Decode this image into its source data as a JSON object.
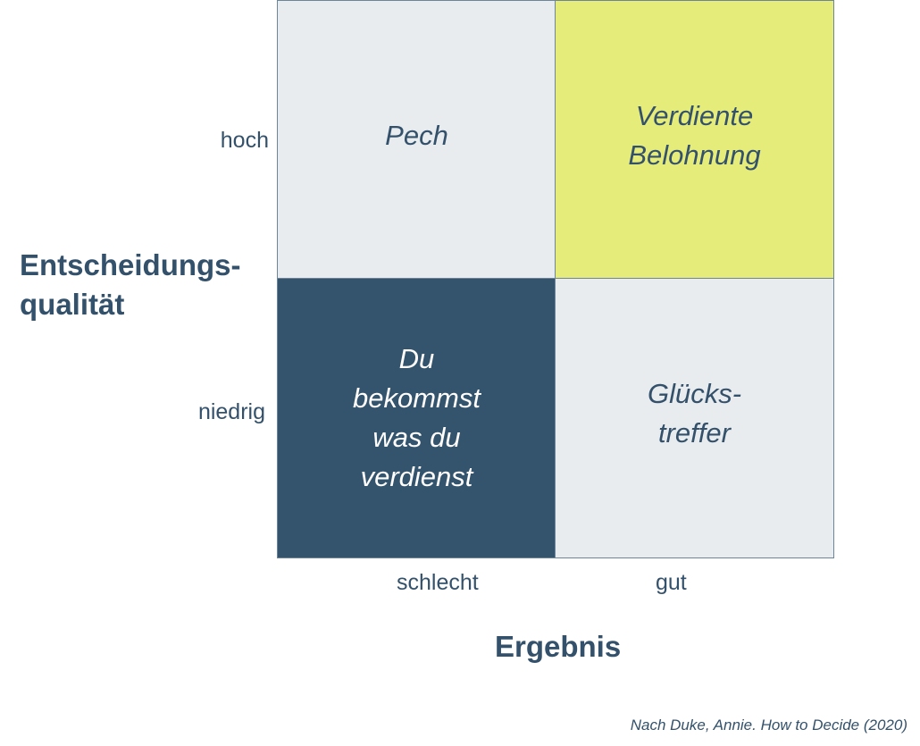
{
  "y_axis": {
    "title": "Entscheidungs-\nqualität",
    "ticks": [
      "hoch",
      "niedrig"
    ]
  },
  "x_axis": {
    "title": "Ergebnis",
    "ticks": [
      "schlecht",
      "gut"
    ]
  },
  "cells": {
    "top_left": "Pech",
    "top_right": "Verdiente\nBelohnung",
    "bottom_left": "Du\nbekommst\nwas du\nverdienst",
    "bottom_right": "Glücks-\ntreffer"
  },
  "colors": {
    "light": "#e9ecef",
    "dark": "#34546d",
    "highlight": "#e6ec7a",
    "text": "#34516b"
  },
  "source": "Nach Duke, Annie. How to Decide (2020)"
}
